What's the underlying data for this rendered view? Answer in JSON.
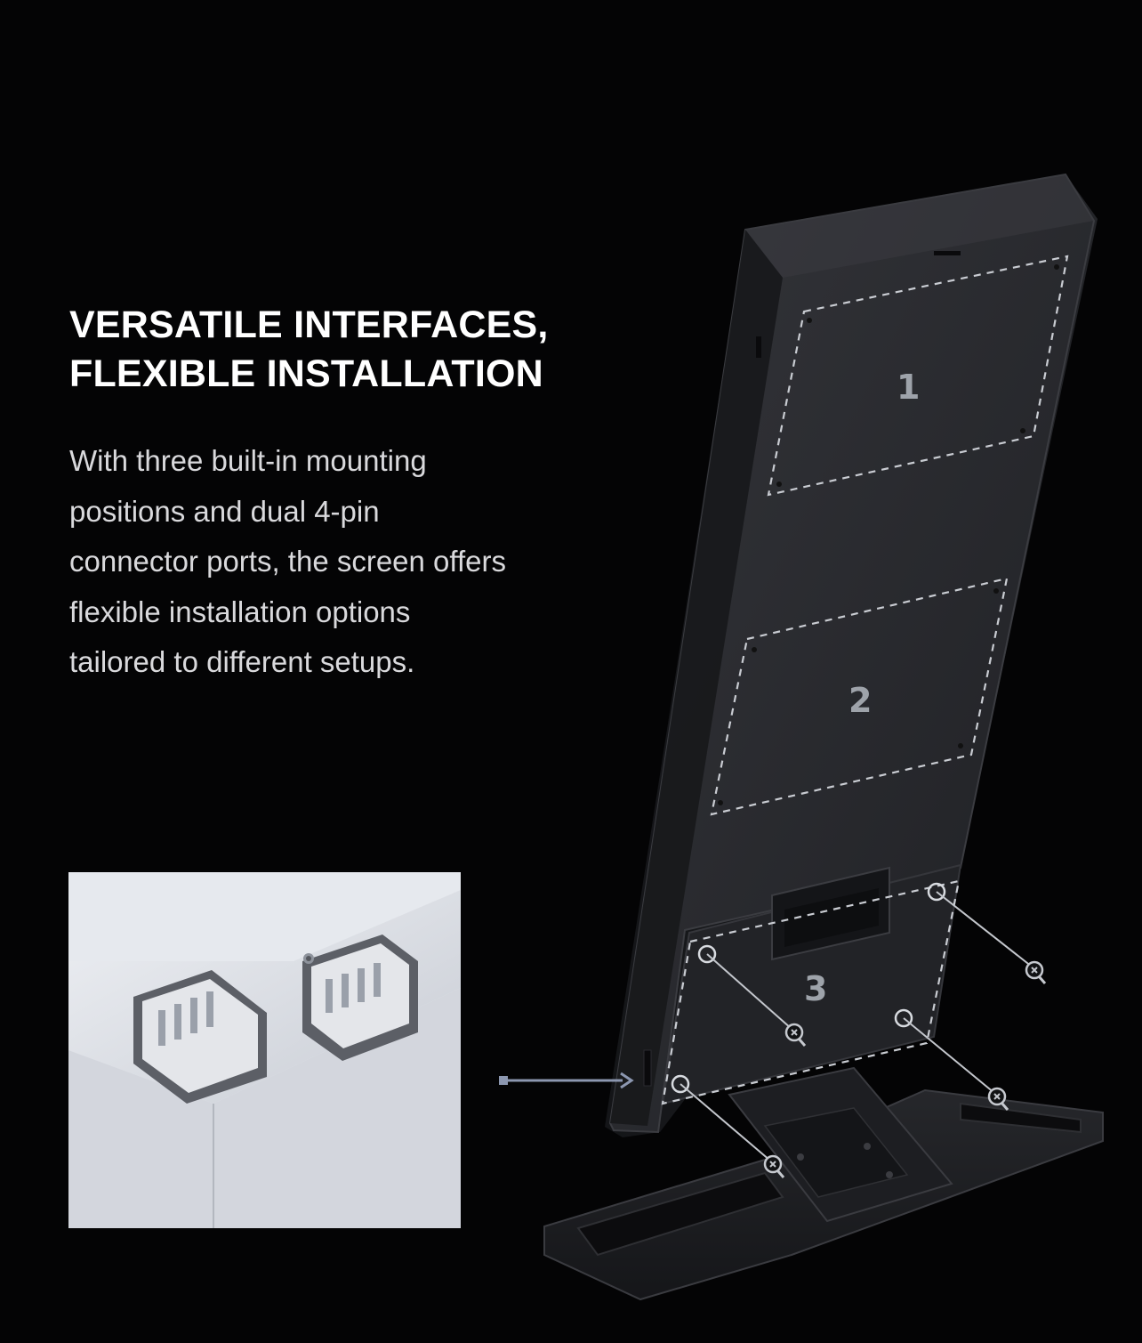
{
  "headline": {
    "lines": [
      "VERSATILE INTERFACES,",
      "FLEXIBLE INSTALLATION"
    ]
  },
  "body": {
    "lines": [
      "With three built-in mounting",
      "positions and dual 4-pin",
      "connector ports, the screen offers",
      "flexible installation options",
      "tailored to different setups."
    ]
  },
  "mounting_positions": [
    {
      "label": "1"
    },
    {
      "label": "2"
    },
    {
      "label": "3"
    }
  ],
  "colors": {
    "background": "#040405",
    "headline": "#ffffff",
    "body_text": "#d9d9dc",
    "screen_panel": "#2b2c30",
    "dashed_outline": "#c9ccd2",
    "inset_panel": "#dfe2e8",
    "callout_arrow": "#8c97b0"
  },
  "icons": {
    "screw": "screw-icon",
    "callout": "arrow-right-icon",
    "connector": "4-pin-connector-icon"
  }
}
